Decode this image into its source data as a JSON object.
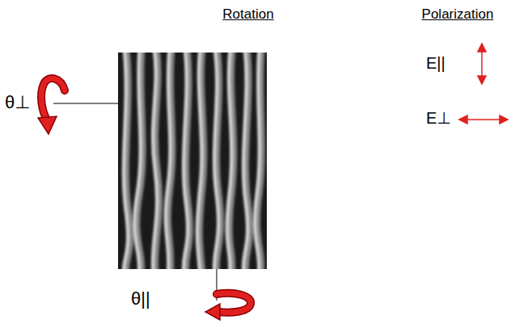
{
  "diagram": {
    "labels": [
      "Rotation",
      "Polarization",
      "θ⊥",
      "θ||",
      "E||",
      "E⊥"
    ]
  }
}
